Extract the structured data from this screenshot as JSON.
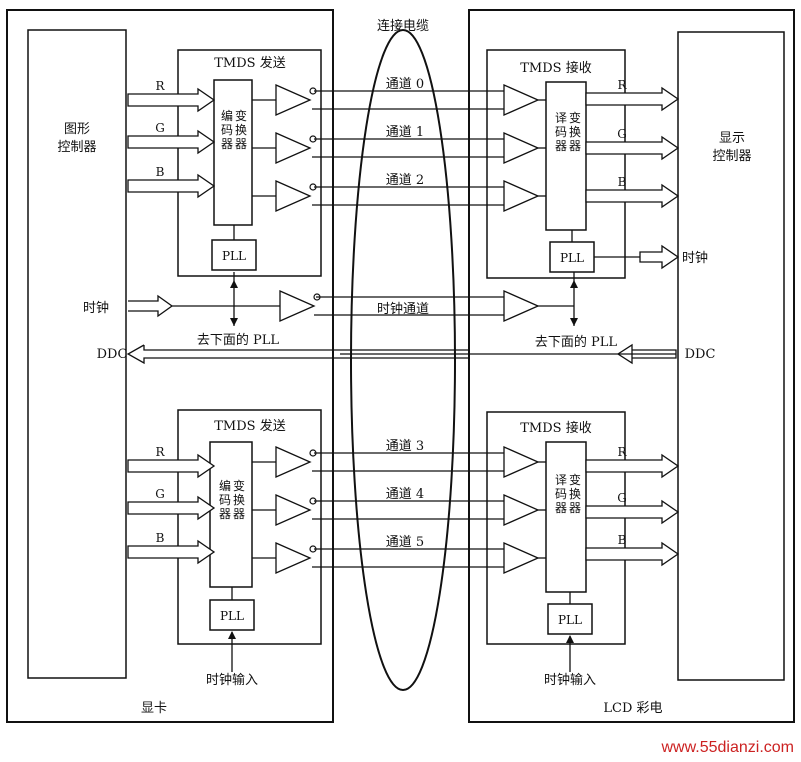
{
  "cable_label": "连接电缆",
  "left_panel": {
    "label": "显卡",
    "controller_label": [
      "图形",
      "控制器"
    ],
    "clock_in": "时钟",
    "ddc_label": "DDC",
    "pll_note": "去下面的 PLL"
  },
  "right_panel": {
    "label": "LCD 彩电",
    "controller_label": [
      "显示",
      "控制器"
    ],
    "clock_out": "时钟",
    "ddc_label": "DDC",
    "pll_note": "去下面的 PLL"
  },
  "transmitter": {
    "title": "TMDS 发送",
    "encoder_label": [
      "编码器",
      "变换器"
    ],
    "pll": "PLL",
    "clock_input": "时钟输入"
  },
  "receiver": {
    "title": "TMDS 接收",
    "decoder_label": [
      "译码器",
      "变换器"
    ],
    "pll": "PLL",
    "clock_input": "时钟输入"
  },
  "colors": [
    "R",
    "G",
    "B"
  ],
  "channels": [
    "通道 0",
    "通道 1",
    "通道 2",
    "通道 3",
    "通道 4",
    "通道 5"
  ],
  "clock_channel": "时钟通道",
  "watermark": "www.55dianzi.com"
}
